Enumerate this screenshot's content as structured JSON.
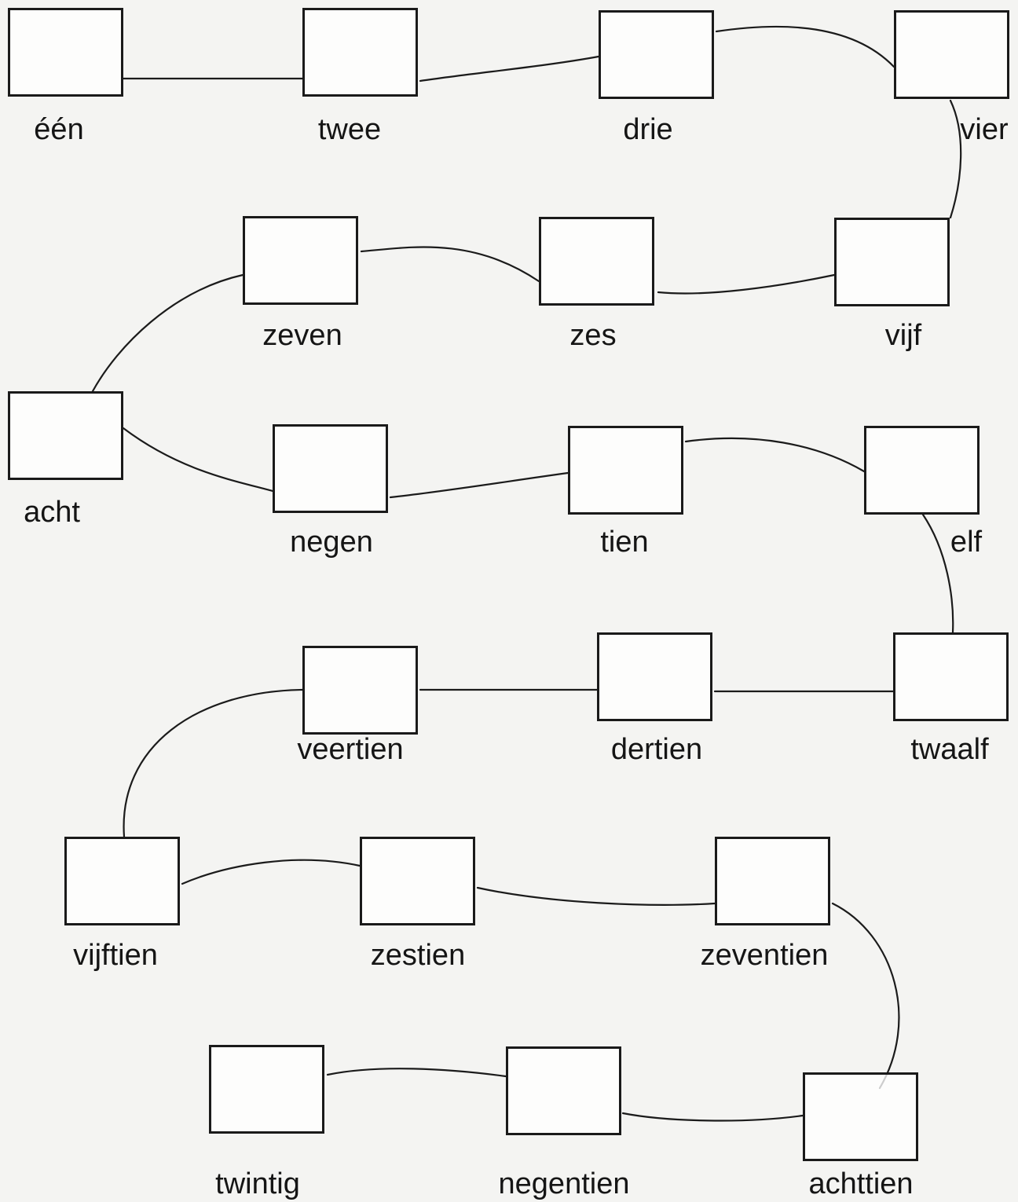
{
  "worksheet": {
    "number_words": [
      "één",
      "twee",
      "drie",
      "vier",
      "vijf",
      "zes",
      "zeven",
      "acht",
      "negen",
      "tien",
      "elf",
      "twaalf",
      "dertien",
      "veertien",
      "vijftien",
      "zestien",
      "zeventien",
      "achttien",
      "negentien",
      "twintig"
    ]
  },
  "colors": {
    "line": "#1b1b1b",
    "box_border": "#1a1a1a",
    "text": "#151515",
    "paper": "#f4f4f2"
  }
}
